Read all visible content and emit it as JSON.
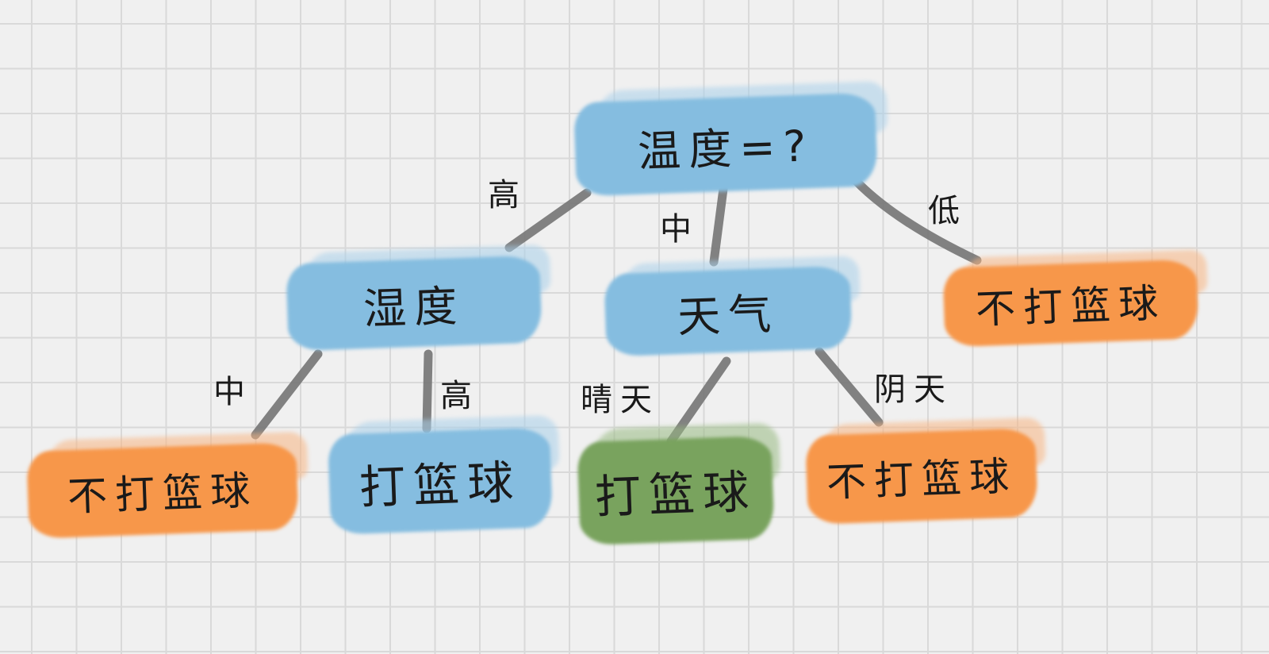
{
  "diagram": {
    "type": "decision-tree",
    "colors": {
      "background": "#f0f0f0",
      "grid": "#d9d9d9",
      "edge": "#7a7a7a",
      "decision_node": "#85bde0",
      "leaf_no": "#f7974a",
      "leaf_yes_blue": "#85bde0",
      "leaf_yes_green": "#79a35e",
      "text": "#1a1a1a"
    },
    "nodes": {
      "root": {
        "label": "温度=?",
        "color": "blue"
      },
      "humidity": {
        "label": "湿度",
        "color": "blue"
      },
      "weather": {
        "label": "天气",
        "color": "blue"
      },
      "low_leaf": {
        "label": "不打篮球",
        "color": "orange"
      },
      "humidity_mid_leaf": {
        "label": "不打篮球",
        "color": "orange"
      },
      "humidity_high_leaf": {
        "label": "打篮球",
        "color": "blue"
      },
      "weather_sunny_leaf": {
        "label": "打篮球",
        "color": "green"
      },
      "weather_cloudy_leaf": {
        "label": "不打篮球",
        "color": "orange"
      }
    },
    "edges": [
      {
        "from": "root",
        "to": "humidity",
        "label": "高"
      },
      {
        "from": "root",
        "to": "weather",
        "label": "中"
      },
      {
        "from": "root",
        "to": "low_leaf",
        "label": "低"
      },
      {
        "from": "humidity",
        "to": "humidity_mid_leaf",
        "label": "中"
      },
      {
        "from": "humidity",
        "to": "humidity_high_leaf",
        "label": "高"
      },
      {
        "from": "weather",
        "to": "weather_sunny_leaf",
        "label": "晴天"
      },
      {
        "from": "weather",
        "to": "weather_cloudy_leaf",
        "label": "阴天"
      }
    ]
  }
}
